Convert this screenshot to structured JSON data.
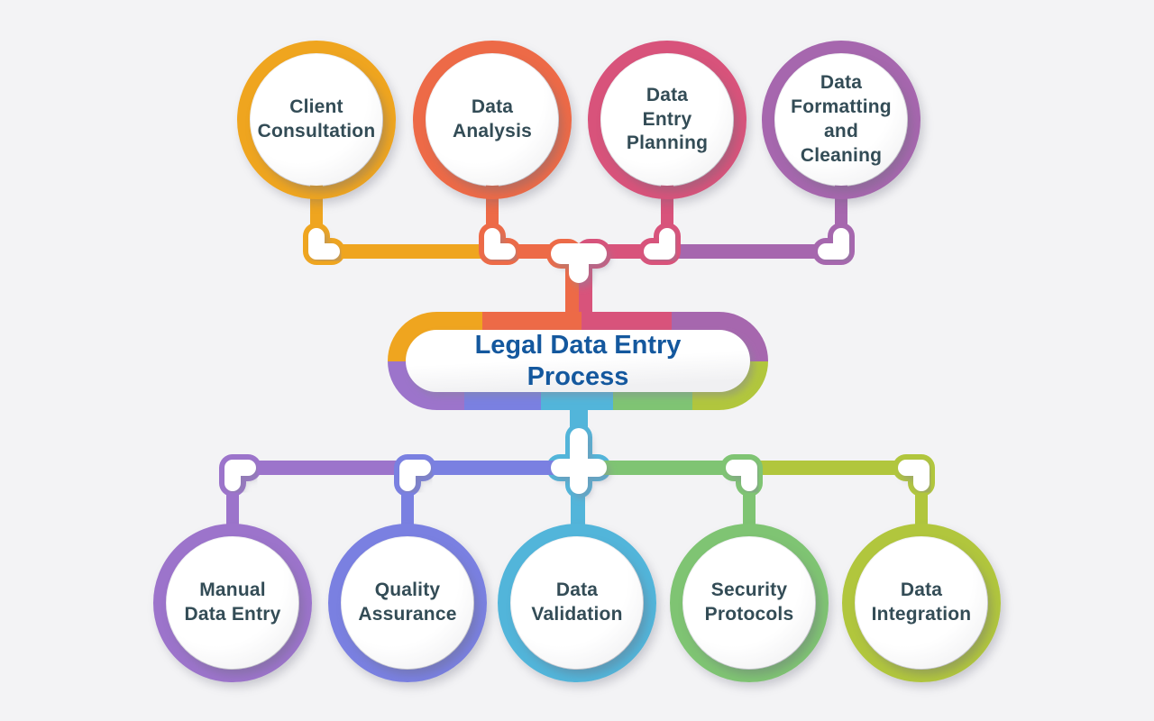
{
  "canvas": {
    "background": "#F3F3F5"
  },
  "title": {
    "text": "Legal Data Entry\nProcess",
    "color": "#14589E"
  },
  "styles": {
    "label_color": "#334C56"
  },
  "top_nodes": [
    {
      "id": "client-consultation",
      "label": "Client\nConsultation",
      "color": "#EFA51F"
    },
    {
      "id": "data-analysis",
      "label": "Data\nAnalysis",
      "color": "#ED6A47"
    },
    {
      "id": "data-entry-planning",
      "label": "Data\nEntry\nPlanning",
      "color": "#D8537B"
    },
    {
      "id": "data-formatting-and-cleaning",
      "label": "Data\nFormatting\nand\nCleaning",
      "color": "#A667AE"
    }
  ],
  "bottom_nodes": [
    {
      "id": "manual-data-entry",
      "label": "Manual\nData Entry",
      "color": "#9C74CB"
    },
    {
      "id": "quality-assurance",
      "label": "Quality\nAssurance",
      "color": "#7A80E1"
    },
    {
      "id": "data-validation",
      "label": "Data\nValidation",
      "color": "#52B5DA"
    },
    {
      "id": "security-protocols",
      "label": "Security\nProtocols",
      "color": "#7FC473"
    },
    {
      "id": "data-integration",
      "label": "Data\nIntegration",
      "color": "#B1C63D"
    }
  ]
}
